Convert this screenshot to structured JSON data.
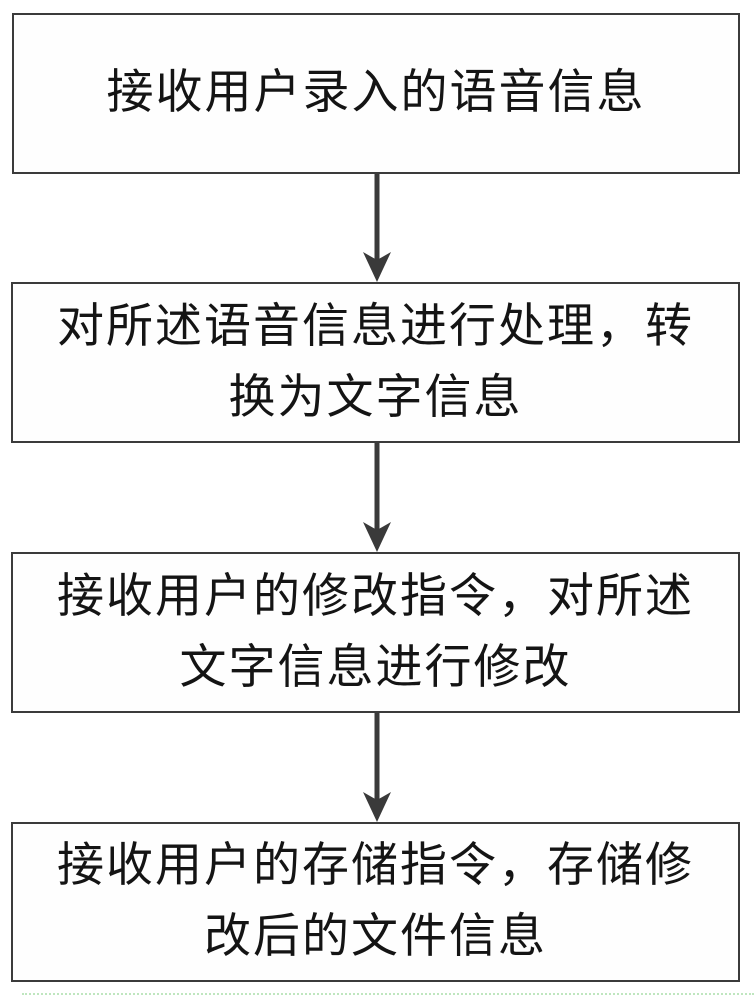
{
  "diagram": {
    "type": "flowchart",
    "orientation": "vertical",
    "background_color": "#ffffff",
    "box_border_color": "#3b3b3b",
    "text_color": "#141414",
    "arrow_color": "#3a3a3a",
    "bottom_scan_line_color": "#b4e2b4",
    "steps": [
      {
        "id": "step-1",
        "lines": [
          "接收用户录入的语音信息"
        ]
      },
      {
        "id": "step-2",
        "lines": [
          "对所述语音信息进行处理，转",
          "换为文字信息"
        ]
      },
      {
        "id": "step-3",
        "lines": [
          "接收用户的修改指令，对所述",
          "文字信息进行修改"
        ]
      },
      {
        "id": "step-4",
        "lines": [
          "接收用户的存储指令，存储修",
          "改后的文件信息"
        ]
      }
    ],
    "connectors": [
      {
        "from": "step-1",
        "to": "step-2",
        "type": "arrow-down"
      },
      {
        "from": "step-2",
        "to": "step-3",
        "type": "arrow-down"
      },
      {
        "from": "step-3",
        "to": "step-4",
        "type": "arrow-down"
      }
    ]
  }
}
